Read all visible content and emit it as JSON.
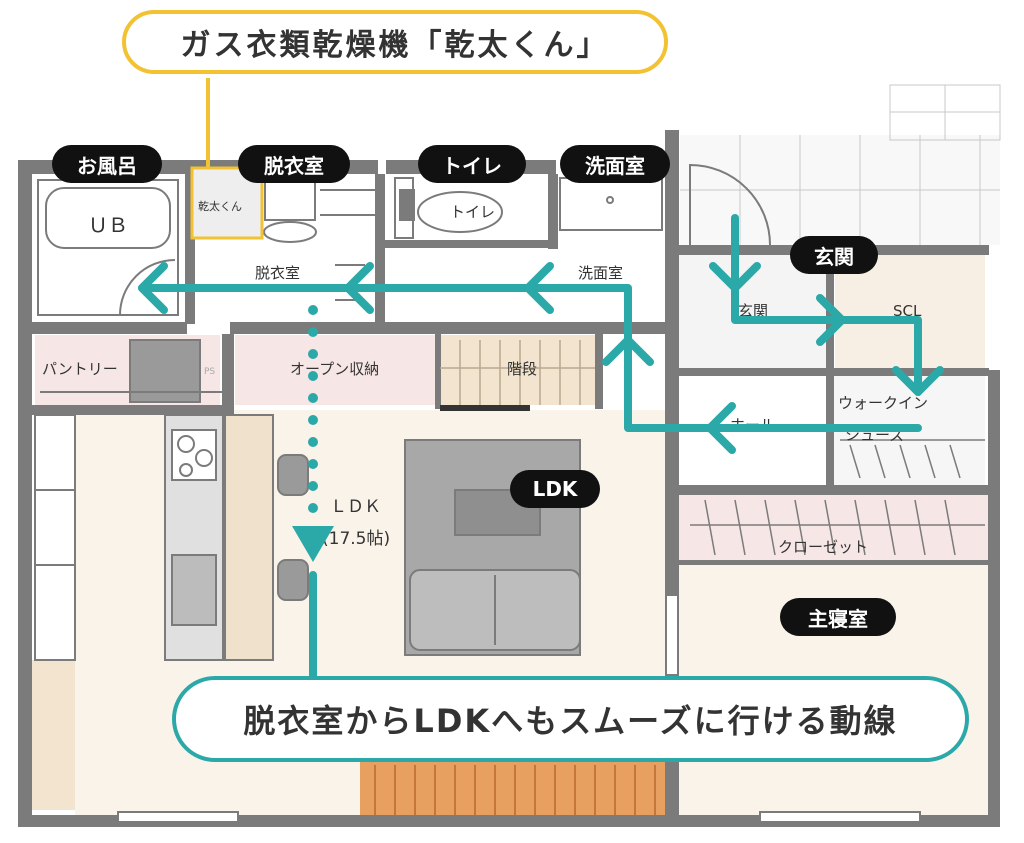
{
  "callouts": {
    "dryer": "ガス衣類乾燥機「乾太くん」",
    "route": "脱衣室からLDKへもスムーズに行ける動線"
  },
  "pills": {
    "bath": "お風呂",
    "dressing": "脱衣室",
    "toilet": "トイレ",
    "washroom": "洗面室",
    "entrance": "玄関",
    "ldk": "LDK",
    "master_bedroom": "主寝室"
  },
  "plan_labels": {
    "ub": "ＵＢ",
    "dryer_box": "乾太くん",
    "dressing": "脱衣室",
    "toilet": "トイレ",
    "washroom": "洗面室",
    "pantry": "パントリー",
    "ps": "PS",
    "open_storage": "オープン収納",
    "stairs": "階段",
    "entrance": "玄関",
    "scl": "SCL",
    "walk_in": "ウォークイン",
    "shoes": "シューズ",
    "hall": "ホール",
    "ldk": "ＬＤＫ",
    "ldk_size": "(17.5帖)",
    "closet": "クローゼット"
  },
  "colors": {
    "wall": "#7b7b7b",
    "route": "#2ba8a8",
    "dryer_accent": "#f2c233",
    "floor_wood": "#f7f0e6",
    "furniture": "#9a9a9a"
  }
}
